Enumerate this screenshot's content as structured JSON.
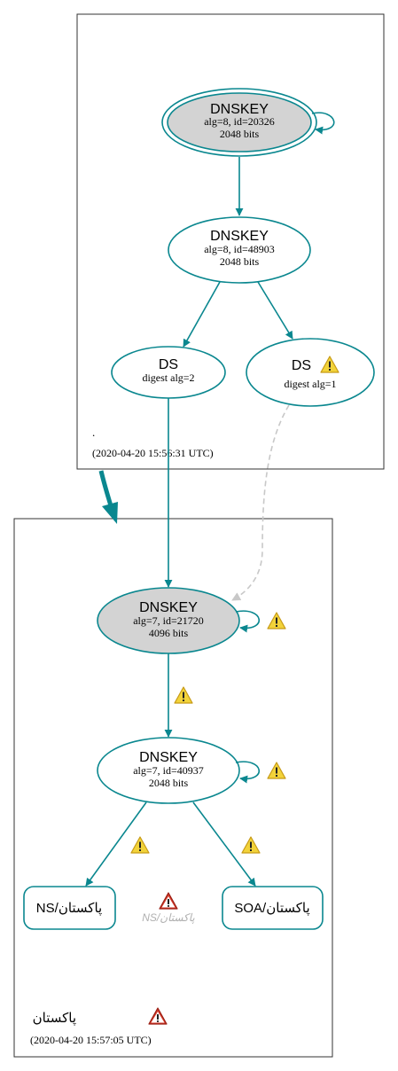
{
  "colors": {
    "edge": "#0a878f",
    "insecure_edge": "#c8c8c8",
    "zone_border": "#333333",
    "key_fill_sep": "#d3d3d3",
    "warning_fill": "#f2d33a",
    "error_fill": "#d43a2a"
  },
  "zones": {
    "root": {
      "name": ".",
      "timestamp": "(2020-04-20 15:56:31 UTC)"
    },
    "child": {
      "name": "پاکستان",
      "timestamp": "(2020-04-20 15:57:05 UTC)"
    }
  },
  "nodes": {
    "root_ksk": {
      "title": "DNSKEY",
      "line1": "alg=8, id=20326",
      "line2": "2048 bits"
    },
    "root_zsk": {
      "title": "DNSKEY",
      "line1": "alg=8, id=48903",
      "line2": "2048 bits"
    },
    "ds_2": {
      "title": "DS",
      "line1": "digest alg=2"
    },
    "ds_1": {
      "title": "DS",
      "line1": "digest alg=1"
    },
    "child_ksk": {
      "title": "DNSKEY",
      "line1": "alg=7, id=21720",
      "line2": "4096 bits"
    },
    "child_zsk": {
      "title": "DNSKEY",
      "line1": "alg=7, id=40937",
      "line2": "2048 bits"
    },
    "ns": {
      "label": "NS/پاکستان"
    },
    "ns_missing": {
      "label": "NS/پاکستان"
    },
    "soa": {
      "label": "SOA/پاکستان"
    }
  },
  "icons": {
    "warning": "warning-icon",
    "error": "error-icon"
  }
}
